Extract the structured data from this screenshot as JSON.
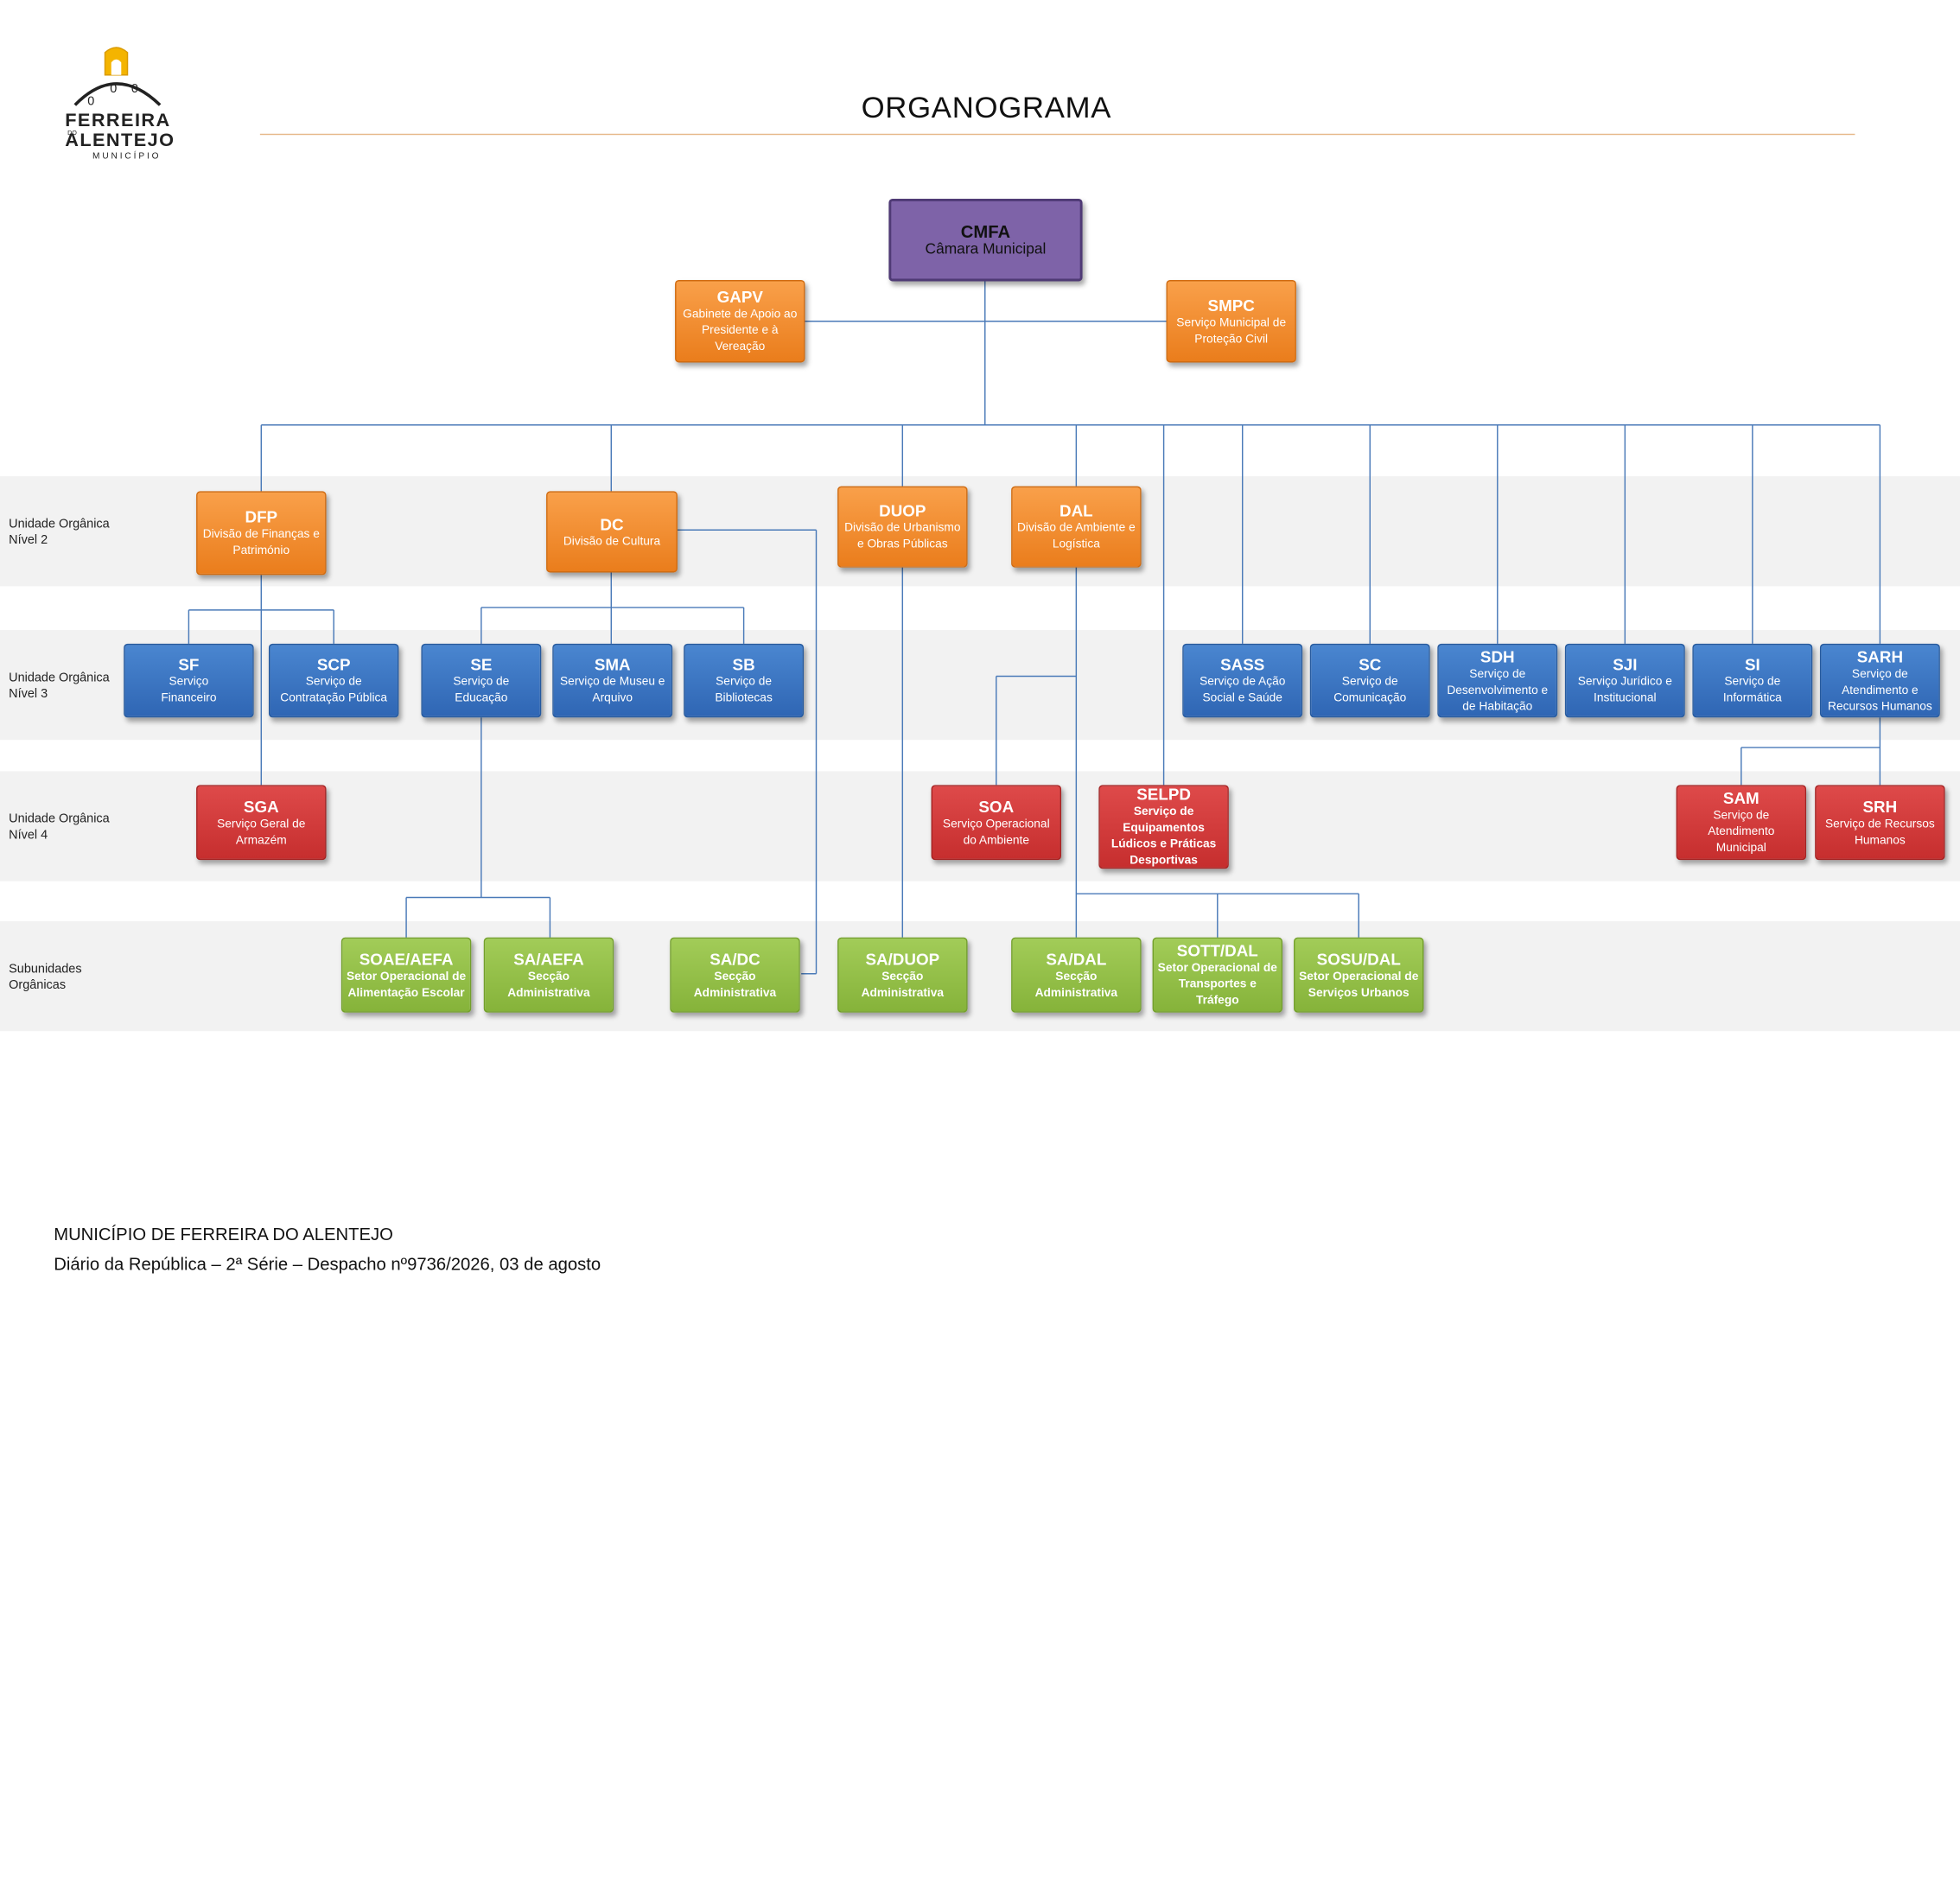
{
  "header": {
    "title": "ORGANOGRAMA",
    "logo_text": [
      "FERREIRA",
      "DO",
      "ALENTEJO",
      "MUNICÍPIO"
    ]
  },
  "levels": {
    "nivel2": "Unidade Orgânica Nível 2",
    "nivel3": "Unidade Orgânica Nível 3",
    "nivel4": "Unidade Orgânica Nível 4",
    "sub": "Subunidades Orgânicas"
  },
  "units": {
    "cmfa": {
      "code": "CMFA",
      "desc": "Câmara Municipal"
    },
    "gapv": {
      "code": "GAPV",
      "desc": "Gabinete de Apoio ao Presidente e à Vereação"
    },
    "smpc": {
      "code": "SMPC",
      "desc": "Serviço Municipal de Proteção Civil"
    },
    "dfp": {
      "code": "DFP",
      "desc": "Divisão de Finanças e Património"
    },
    "dc": {
      "code": "DC",
      "desc": "Divisão de Cultura"
    },
    "duop": {
      "code": "DUOP",
      "desc": "Divisão de Urbanismo e Obras Públicas"
    },
    "dal": {
      "code": "DAL",
      "desc": "Divisão de Ambiente e Logística"
    },
    "sf": {
      "code": "SF",
      "desc": "Serviço Financeiro"
    },
    "scp": {
      "code": "SCP",
      "desc": "Serviço de Contratação Pública"
    },
    "se": {
      "code": "SE",
      "desc": "Serviço de Educação"
    },
    "sma": {
      "code": "SMA",
      "desc": "Serviço de Museu e Arquivo"
    },
    "sb": {
      "code": "SB",
      "desc": "Serviço de Bibliotecas"
    },
    "sass": {
      "code": "SASS",
      "desc": "Serviço de Ação Social e Saúde"
    },
    "sc": {
      "code": "SC",
      "desc": "Serviço de Comunicação"
    },
    "sdh": {
      "code": "SDH",
      "desc": "Serviço de Desenvolvimento e de Habitação"
    },
    "sji": {
      "code": "SJI",
      "desc": "Serviço Jurídico e Institucional"
    },
    "si": {
      "code": "SI",
      "desc": "Serviço de Informática"
    },
    "sarh": {
      "code": "SARH",
      "desc": "Serviço de Atendimento e Recursos Humanos"
    },
    "sga": {
      "code": "SGA",
      "desc": "Serviço Geral de Armazém"
    },
    "soa": {
      "code": "SOA",
      "desc": "Serviço Operacional do Ambiente"
    },
    "selpd": {
      "code": "SELPD",
      "desc": "Serviço de Equipamentos Lúdicos e Práticas Desportivas"
    },
    "sam": {
      "code": "SAM",
      "desc": "Serviço de Atendimento Municipal"
    },
    "srh": {
      "code": "SRH",
      "desc": "Serviço de Recursos Humanos"
    },
    "soae_aefa": {
      "code": "SOAE/AEFA",
      "desc": "Setor Operacional de Alimentação Escolar"
    },
    "sa_aefa": {
      "code": "SA/AEFA",
      "desc": "Secção Administrativa"
    },
    "sa_dc": {
      "code": "SA/DC",
      "desc": "Secção Administrativa"
    },
    "sa_duop": {
      "code": "SA/DUOP",
      "desc": "Secção Administrativa"
    },
    "sa_dal": {
      "code": "SA/DAL",
      "desc": "Secção Administrativa"
    },
    "sott_dal": {
      "code": "SOTT/DAL",
      "desc": "Setor Operacional de Transportes e Tráfego"
    },
    "sosu_dal": {
      "code": "SOSU/DAL",
      "desc": "Setor Operacional de Serviços Urbanos"
    }
  },
  "colors": {
    "orange": "#ea7d1c",
    "blue": "#2f66b4",
    "red": "#c62e2e",
    "green": "#86b33a",
    "purple": "#7e63a8",
    "line": "#4a7ab8"
  },
  "footer": {
    "line1": "MUNICÍPIO DE FERREIRA DO ALENTEJO",
    "line2": "Diário da República – 2ª Série – Despacho nº9736/2026, 03 de agosto"
  }
}
